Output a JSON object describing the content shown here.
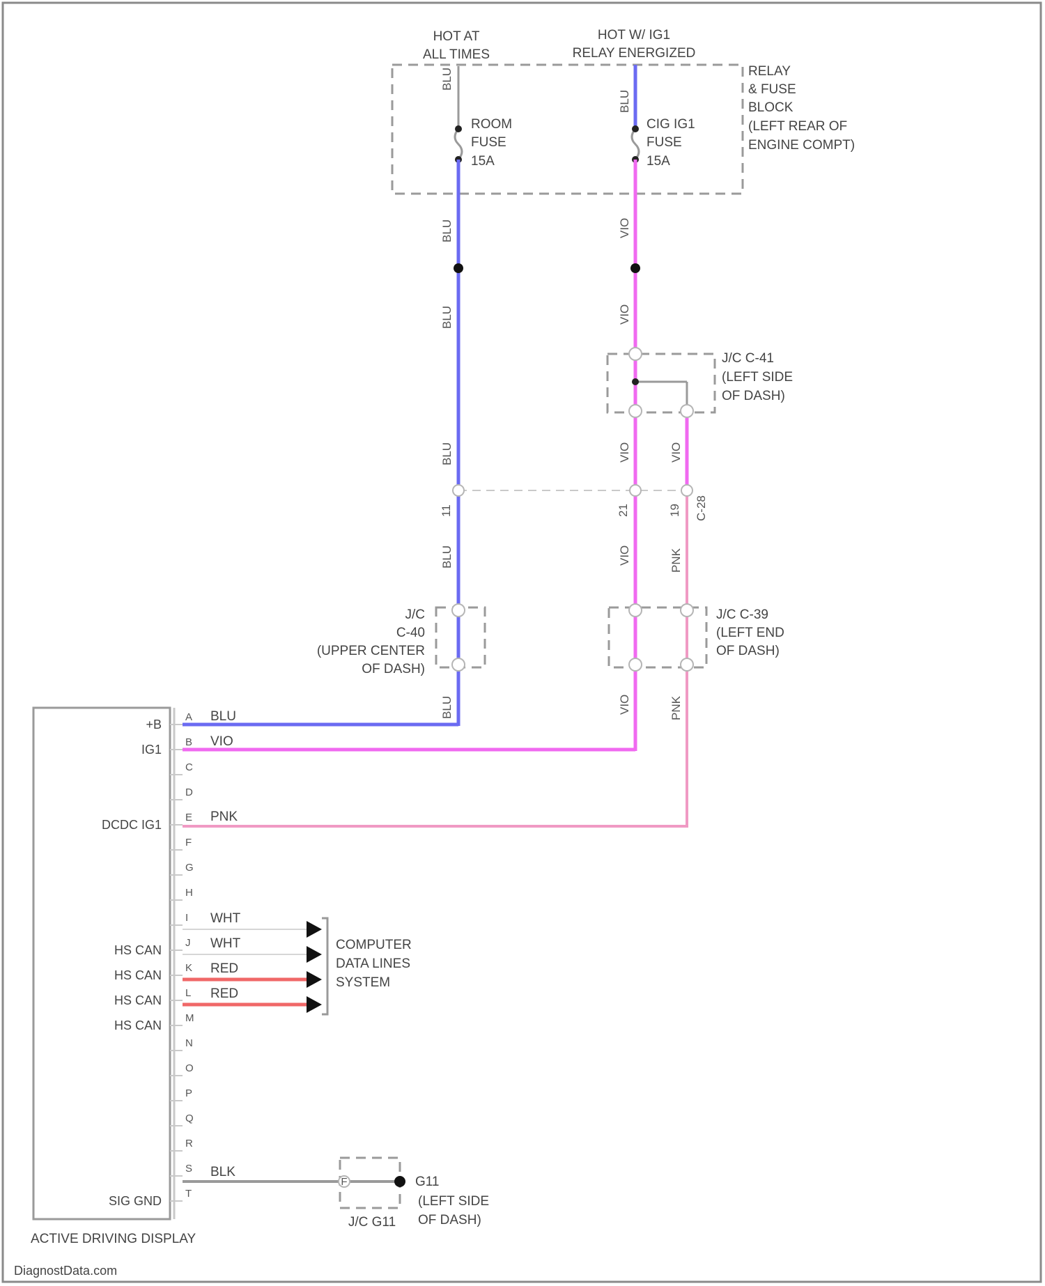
{
  "title_hot_at_all_times": [
    "HOT AT",
    "ALL TIMES"
  ],
  "title_hot_relay": [
    "HOT W/ IG1",
    "RELAY ENERGIZED"
  ],
  "fuse_block_label": [
    "RELAY",
    "& FUSE",
    "BLOCK",
    "(LEFT REAR OF",
    "ENGINE COMPT)"
  ],
  "fuse_room": [
    "ROOM",
    "FUSE",
    "15A"
  ],
  "fuse_ign": [
    "CIG IG1",
    "FUSE",
    "15A"
  ],
  "jc_c41": [
    "J/C C-41",
    "(LEFT SIDE",
    "OF DASH)"
  ],
  "jc_c40": [
    "J/C",
    "C-40",
    "(UPPER CENTER",
    "OF DASH)"
  ],
  "jc_c39": [
    "J/C C-39",
    "(LEFT END",
    "OF DASH)"
  ],
  "connector_c28": "C-28",
  "wire_colors": {
    "blu": "BLU",
    "vio": "VIO",
    "pnk": "PNK",
    "wht": "WHT",
    "red": "RED",
    "blk": "BLK"
  },
  "colors": {
    "blu": "#6b6bf2",
    "vio": "#f06af0",
    "pnk": "#f09ac4",
    "red": "#f06868",
    "blk": "#9a9a9a",
    "wht": "#d6d6d6"
  },
  "splice_numbers": [
    "11",
    "21",
    "19"
  ],
  "module": {
    "name": "ACTIVE DRIVING DISPLAY",
    "pins": [
      "A",
      "B",
      "C",
      "D",
      "E",
      "F",
      "G",
      "H",
      "I",
      "J",
      "K",
      "L",
      "M",
      "N",
      "O",
      "P",
      "Q",
      "R",
      "S",
      "T"
    ],
    "pin_labels": [
      {
        "pin": "A",
        "label": "+B"
      },
      {
        "pin": "B",
        "label": "IG1"
      },
      {
        "pin": "E",
        "label": "DCDC IG1"
      },
      {
        "pin": "J",
        "label": "HS CAN"
      },
      {
        "pin": "K",
        "label": "HS CAN"
      },
      {
        "pin": "L",
        "label": "HS CAN"
      },
      {
        "pin": "M",
        "label": "HS CAN"
      },
      {
        "pin": "T",
        "label": "SIG GND"
      }
    ]
  },
  "data_lines": [
    "COMPUTER",
    "DATA LINES",
    "SYSTEM"
  ],
  "ground": {
    "id": "G11",
    "location": [
      "(LEFT SIDE",
      "OF DASH)"
    ],
    "jc": "J/C G11",
    "pin": "F"
  },
  "watermark": "DiagnostData.com"
}
